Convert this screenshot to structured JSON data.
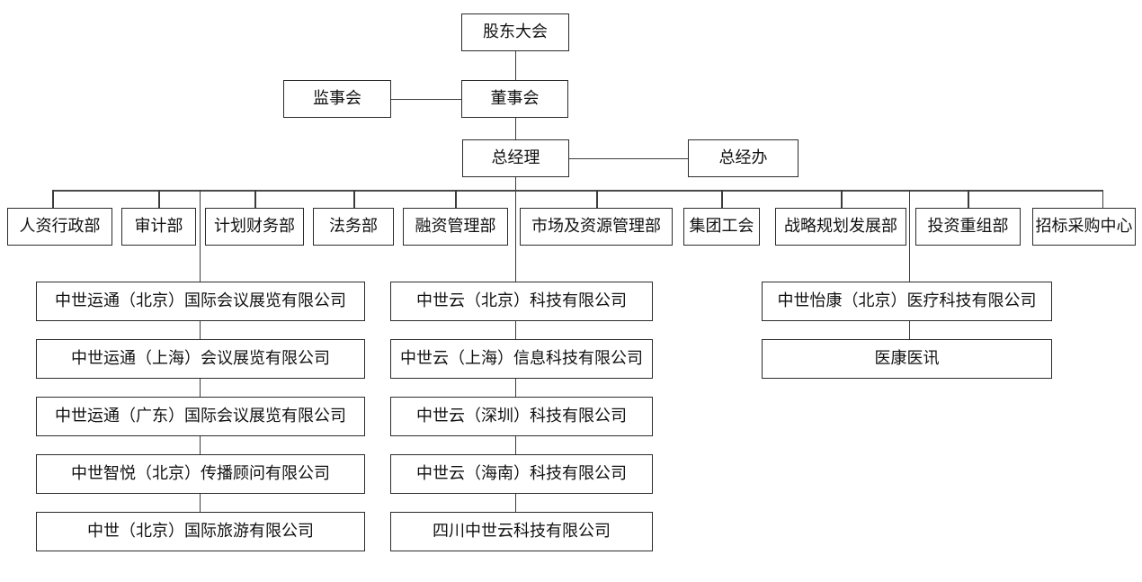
{
  "page": {
    "background_color": "#ffffff",
    "line_color": "#3c3c3c",
    "box_border_color": "#2b2b2b",
    "text_color": "#111111"
  },
  "governance": {
    "shareholders_meeting": "股东大会",
    "supervisory_board": "监事会",
    "board_of_directors": "董事会",
    "general_manager": "总经理",
    "gm_office": "总经办"
  },
  "departments": [
    "人资行政部",
    "审计部",
    "计划财务部",
    "法务部",
    "融资管理部",
    "市场及资源管理部",
    "集团工会",
    "战略规划发展部",
    "投资重组部",
    "招标采购中心"
  ],
  "subsidiaries": {
    "left": [
      "中世运通（北京）国际会议展览有限公司",
      "中世运通（上海）会议展览有限公司",
      "中世运通（广东）国际会议展览有限公司",
      "中世智悦（北京）传播顾问有限公司",
      "中世（北京）国际旅游有限公司"
    ],
    "middle": [
      "中世云（北京）科技有限公司",
      "中世云（上海）信息科技有限公司",
      "中世云（深圳）科技有限公司",
      "中世云（海南）科技有限公司",
      "四川中世云科技有限公司"
    ],
    "right": [
      "中世怡康（北京）医疗科技有限公司",
      "医康医讯"
    ]
  }
}
